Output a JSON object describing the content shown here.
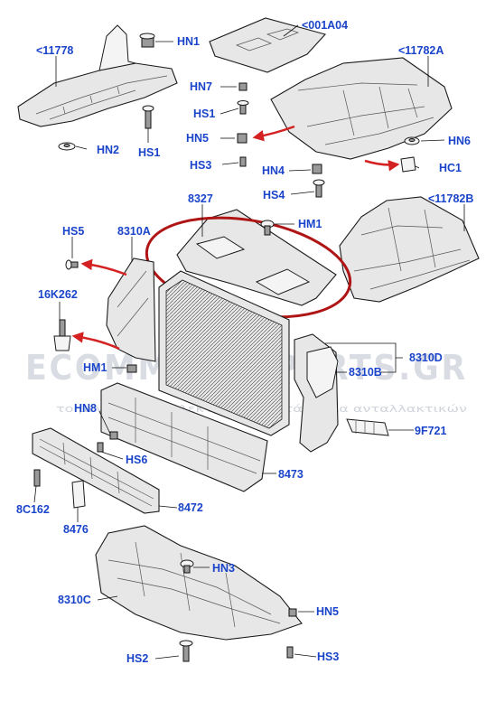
{
  "watermark": {
    "main": "ECOMMYCARPARTS.GR",
    "tagline": "το μεγαλύτερο ηλεκτρονικό κατάστημα ανταλλακτικών"
  },
  "labels": {
    "p11778": "<11778",
    "hn1_top": "HN1",
    "p001a04": "<001A04",
    "p11782a": "<11782A",
    "hn7": "HN7",
    "hs1_mid": "HS1",
    "hn2": "HN2",
    "hs1_left": "HS1",
    "hn5_top": "HN5",
    "hn6": "HN6",
    "hs3_top": "HS3",
    "hn4": "HN4",
    "hc1": "HC1",
    "hs4": "HS4",
    "p8327": "8327",
    "p11782b": "<11782B",
    "hm1_top": "HM1",
    "hs5": "HS5",
    "p8310a": "8310A",
    "p16k262": "16K262",
    "p8310d": "8310D",
    "hm1_left": "HM1",
    "p8310b": "8310B",
    "hn8": "HN8",
    "p9f721": "9F721",
    "hs6": "HS6",
    "p8473": "8473",
    "p8c162": "8C162",
    "p8472": "8472",
    "p8476": "8476",
    "hn3_top": "HN3",
    "p8310c": "8310C",
    "hn5_bottom": "HN5",
    "hs2": "HS2",
    "hs3_bottom": "HS3"
  },
  "colors": {
    "label": "#1a44c9",
    "highlight": "#b01515",
    "arrow": "#d42222",
    "watermark": "#d9dde3"
  }
}
